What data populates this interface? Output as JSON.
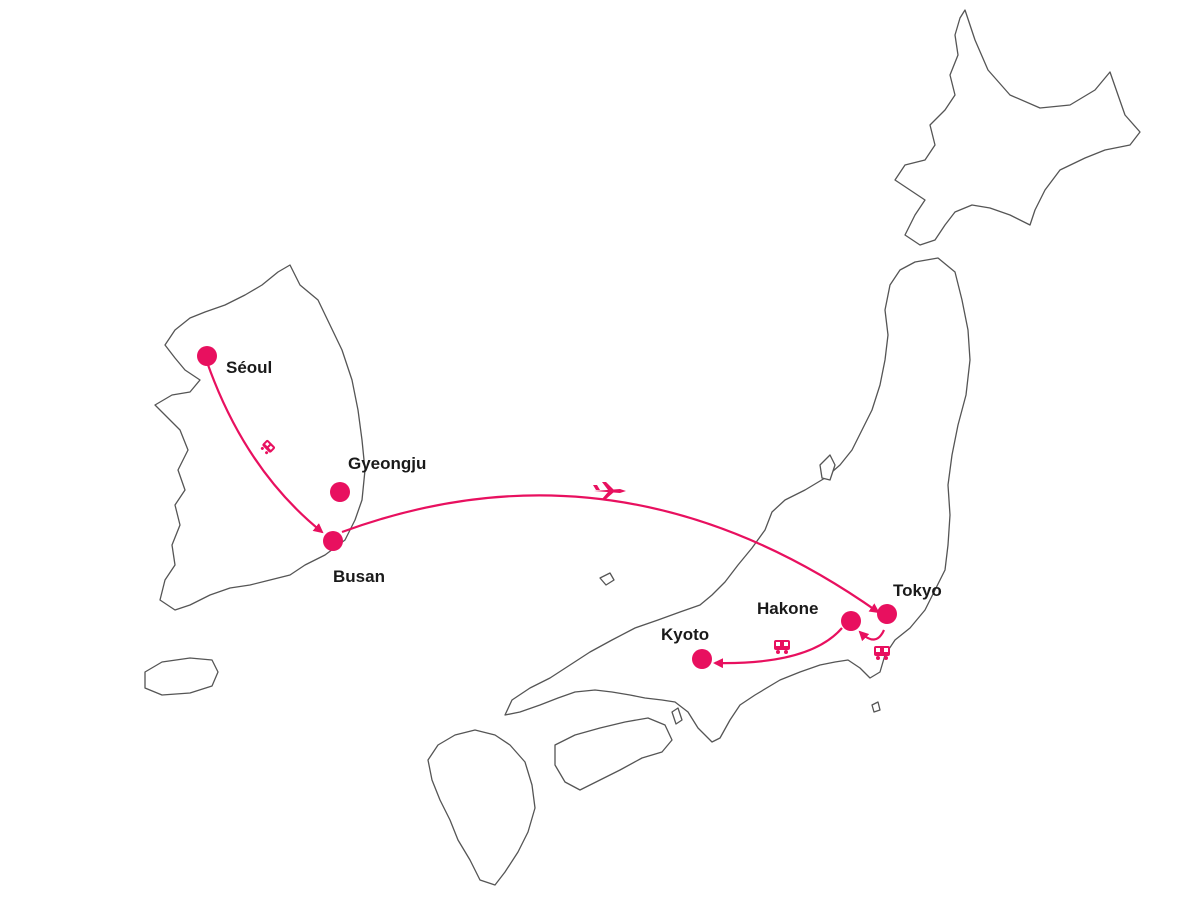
{
  "map": {
    "accent_color": "#e8105f",
    "cities": [
      {
        "id": "seoul",
        "name": "Séoul"
      },
      {
        "id": "gyeongju",
        "name": "Gyeongju"
      },
      {
        "id": "busan",
        "name": "Busan"
      },
      {
        "id": "tokyo",
        "name": "Tokyo"
      },
      {
        "id": "hakone",
        "name": "Hakone"
      },
      {
        "id": "kyoto",
        "name": "Kyoto"
      }
    ],
    "routes": [
      {
        "from": "Séoul",
        "to": "Busan",
        "mode": "train",
        "icon": "train-icon"
      },
      {
        "from": "Busan",
        "to": "Tokyo",
        "mode": "plane",
        "icon": "plane-icon"
      },
      {
        "from": "Tokyo",
        "to": "Hakone",
        "mode": "train",
        "icon": "train-icon"
      },
      {
        "from": "Hakone",
        "to": "Kyoto",
        "mode": "train",
        "icon": "train-icon"
      }
    ]
  }
}
